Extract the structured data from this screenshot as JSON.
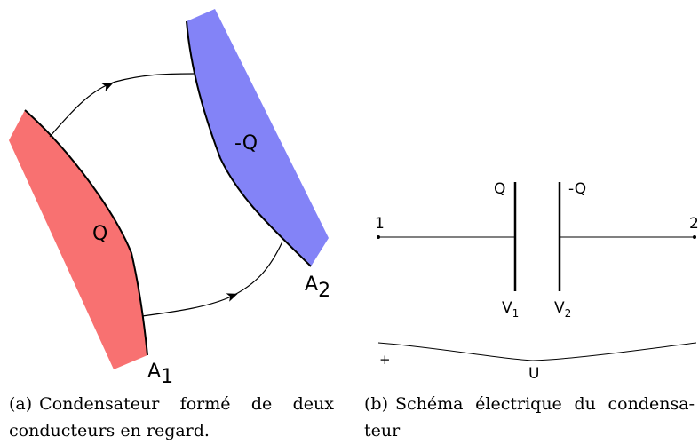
{
  "colors": {
    "positive_conductor": "#f87171",
    "negative_conductor": "#8383f7",
    "line": "#000000"
  },
  "panel_a": {
    "charge_positive": "Q",
    "charge_negative": "-Q",
    "point_1": {
      "base": "A",
      "sub": "1"
    },
    "point_2": {
      "base": "A",
      "sub": "2"
    }
  },
  "panel_b": {
    "terminal_left": "1",
    "terminal_right": "2",
    "plate_left_charge": "Q",
    "plate_right_charge": "-Q",
    "potential_left": {
      "base": "V",
      "sub": "1"
    },
    "potential_right": {
      "base": "V",
      "sub": "2"
    },
    "plus_sign": "+",
    "voltage": "U"
  },
  "captions": {
    "a_tag": "(a)",
    "a_text": "Condensateur formé de deux conducteurs en regard.",
    "b_tag": "(b)",
    "b_text": "Schéma électrique du condensa-teur"
  }
}
